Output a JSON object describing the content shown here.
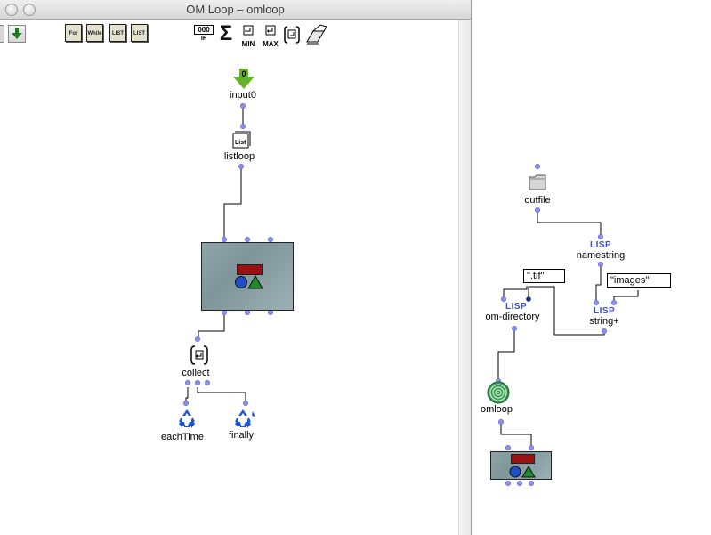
{
  "window": {
    "title": "OM Loop – omloop"
  },
  "toolbar": {
    "loop_for": "For",
    "loop_while": "While",
    "loop_list": "LIST",
    "loop_on_list": "LIST",
    "counter_label": "000",
    "if_label": "IF",
    "sum_symbol": "Σ",
    "min_label": "MIN",
    "max_label": "MAX"
  },
  "loop_patch": {
    "input0": {
      "label": "input0",
      "index": "0"
    },
    "listloop": {
      "label": "listloop",
      "icon": "List"
    },
    "collect": {
      "label": "collect"
    },
    "eachTime": {
      "label": "eachTime"
    },
    "finally": {
      "label": "finally"
    }
  },
  "main_patch": {
    "outfile": {
      "label": "outfile"
    },
    "namestring": {
      "label": "namestring",
      "lisp": "LISP"
    },
    "tif_value": "\".tif\"",
    "images_value": "\"images\"",
    "om_directory": {
      "label": "om-directory",
      "lisp": "LISP"
    },
    "string_plus": {
      "label": "string+",
      "lisp": "LISP"
    },
    "omloop": {
      "label": "omloop"
    }
  },
  "colors": {
    "inlet": "#8a8ef0",
    "arrow_green": "#5aa62a",
    "lisp_blue": "#3a52c6",
    "box_red": "#9b1010",
    "shape_blue": "#1e4ec8",
    "shape_green": "#1f8a2a"
  }
}
